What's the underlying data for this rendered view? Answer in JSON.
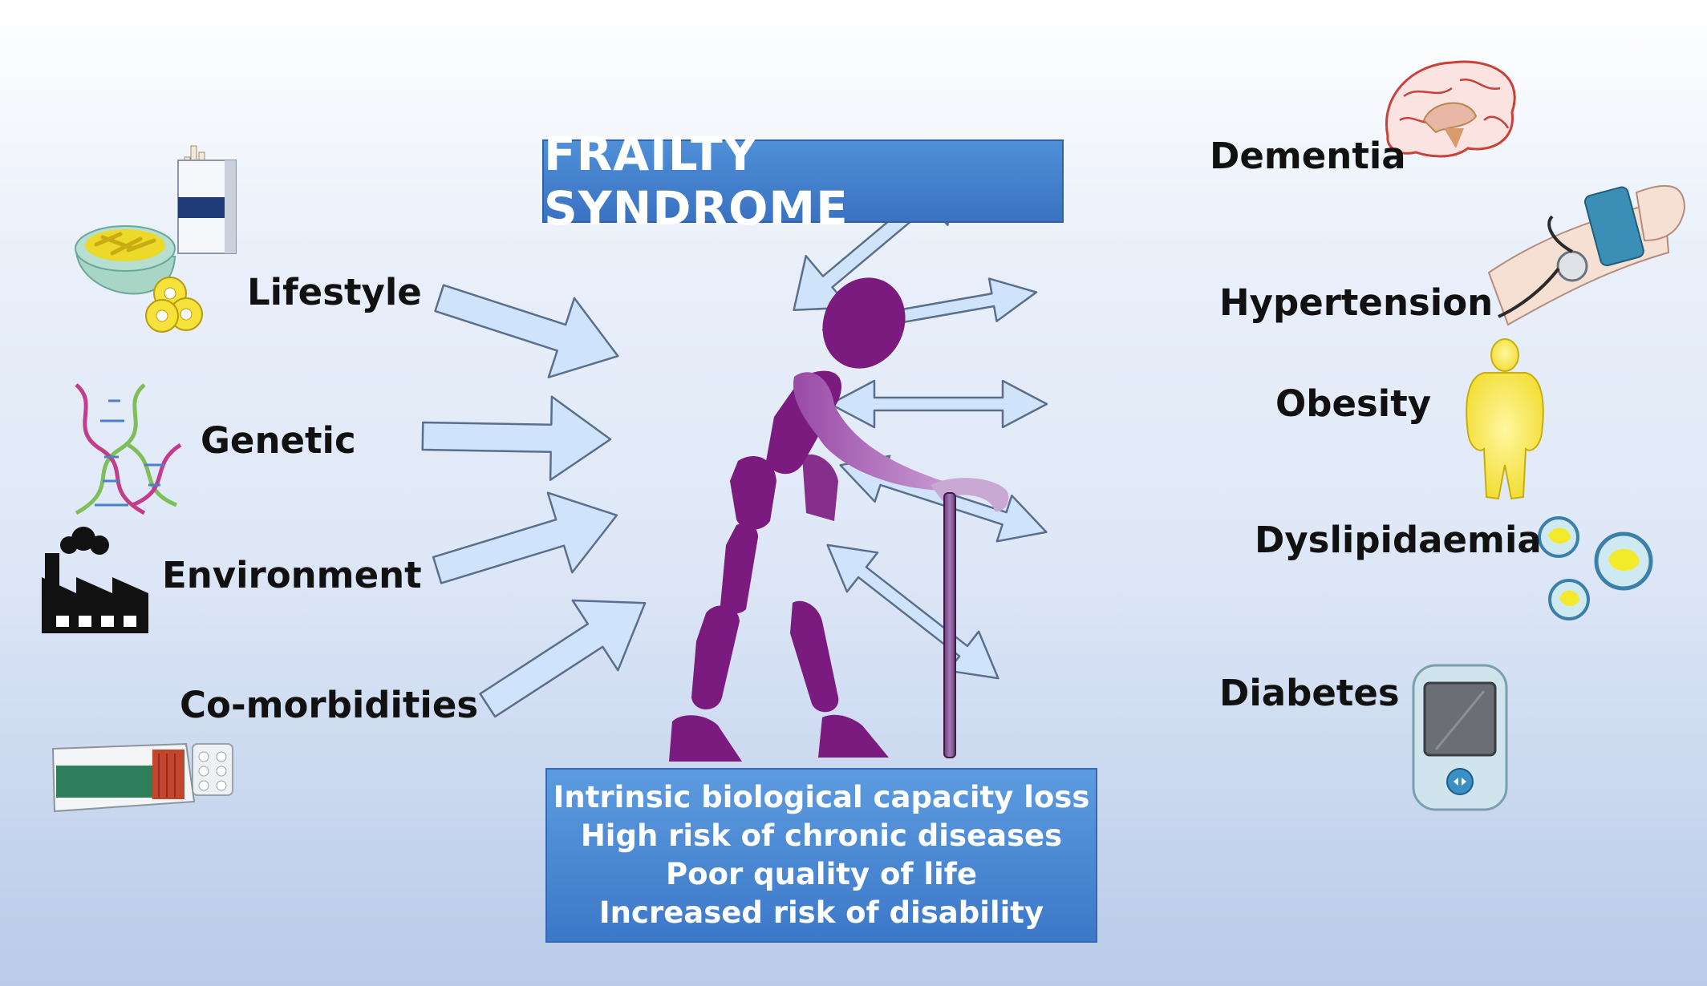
{
  "title": "FRAILTY SYNDROME",
  "causes": [
    "Lifestyle",
    "Genetic",
    "Environment",
    "Co-morbidities"
  ],
  "conditions": [
    "Dementia",
    "Hypertension",
    "Obesity",
    "Dyslipidaemia",
    "Diabetes"
  ],
  "effects": [
    "Intrinsic biological capacity loss",
    "High risk of chronic diseases",
    "Poor quality of life",
    "Increased risk of disability"
  ],
  "icons": {
    "lifestyle": [
      "cigarette-pack-icon",
      "fries-bowl-icon",
      "donut-icon"
    ],
    "genetic": "dna-icon",
    "environment": "factory-icon",
    "comorbidities": "medicine-box-icon",
    "dementia": "brain-icon",
    "hypertension": "blood-pressure-cuff-icon",
    "obesity": "obese-body-icon",
    "dyslipidaemia": "lipoprotein-icon",
    "diabetes": "glucose-meter-icon"
  },
  "colors": {
    "title_box": "#3f7ccb",
    "figure": "#7b1a7f",
    "arrow_fill": "#cfe3fb",
    "arrow_stroke": "#5b6f8c"
  }
}
